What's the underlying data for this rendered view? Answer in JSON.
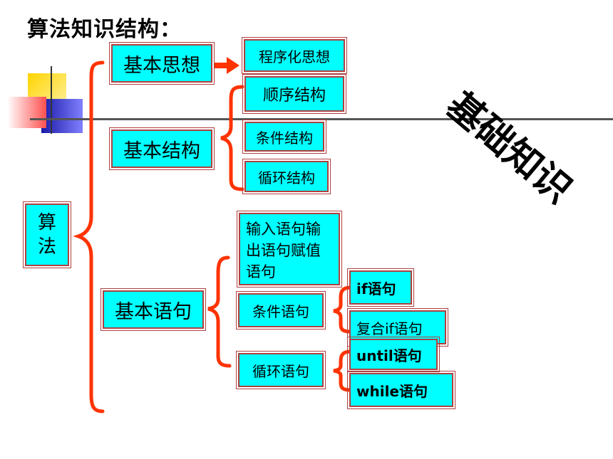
{
  "title": "算法知识结构：",
  "watermark": "基础知识",
  "root": {
    "line1": "算",
    "line2": "法"
  },
  "sections": {
    "thought": {
      "label": "基本思想",
      "child": "程序化思想"
    },
    "structure": {
      "label": "基本结构",
      "children": [
        "顺序结构",
        "条件结构",
        "循环结构"
      ]
    },
    "statement": {
      "label": "基本语句",
      "io": "输入语句输出语句赋值语句",
      "io_lines": [
        "输入语句输",
        "出语句赋值",
        "语句"
      ],
      "condition": {
        "label": "条件语句",
        "children": [
          "if语句",
          "复合if语句"
        ]
      },
      "loop": {
        "label": "循环语句",
        "children": [
          "until语句",
          "while语句"
        ]
      }
    }
  },
  "colors": {
    "box_fill": "#00ffff",
    "box_border": "#b04040",
    "bracket": "#ff3300",
    "deco_yellow": "#ffe040",
    "deco_blue": "#2a2acc",
    "deco_red": "#ff5050"
  }
}
